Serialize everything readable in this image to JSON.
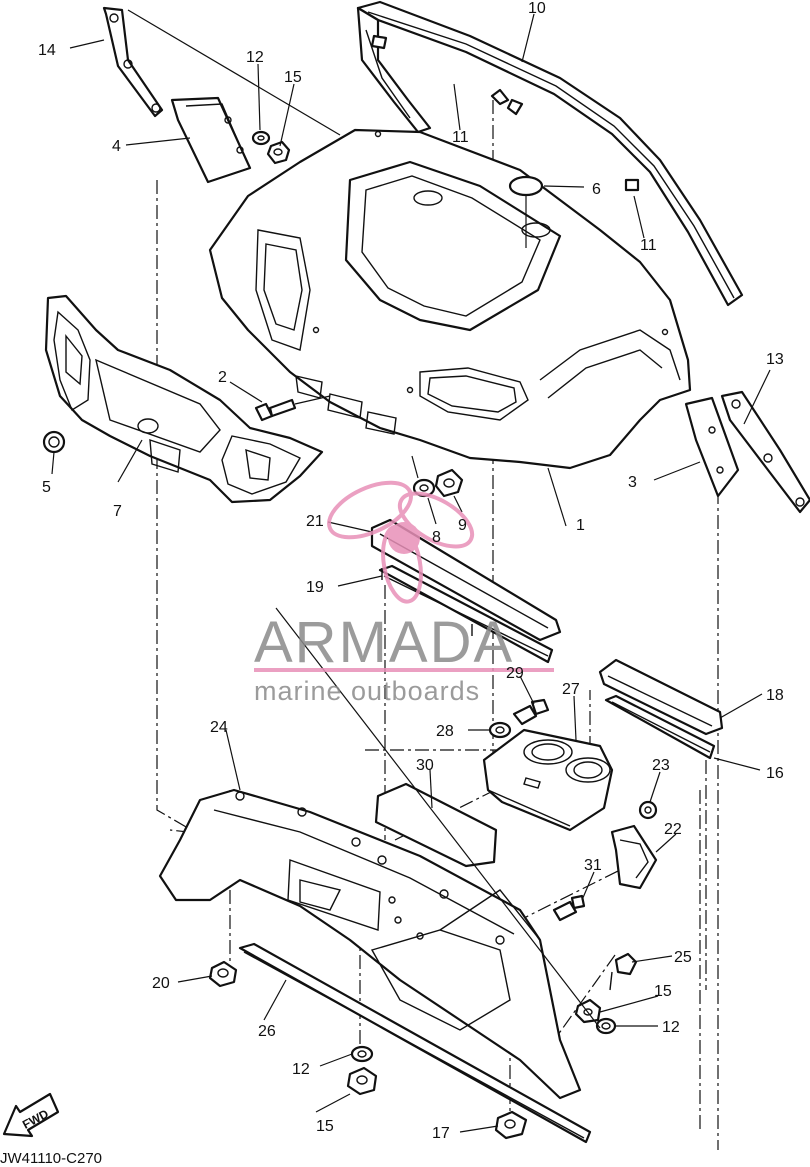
{
  "diagram_code": "JW41110-C270",
  "fwd_label": "FWD",
  "watermark": {
    "brand": "ARMADA",
    "tagline": "marine outboards",
    "brand_color": "#8a8a8a",
    "accent_color": "#e890b8"
  },
  "callouts": [
    "1",
    "2",
    "3",
    "4",
    "5",
    "6",
    "7",
    "8",
    "9",
    "10",
    "11",
    "11",
    "12",
    "12",
    "12",
    "13",
    "14",
    "15",
    "15",
    "15",
    "16",
    "17",
    "18",
    "19",
    "20",
    "21",
    "22",
    "23",
    "24",
    "25",
    "26",
    "27",
    "28",
    "29",
    "30",
    "31"
  ],
  "icons": {
    "fwd": "fwd-arrow-icon",
    "logo": "armada-propeller-icon"
  }
}
